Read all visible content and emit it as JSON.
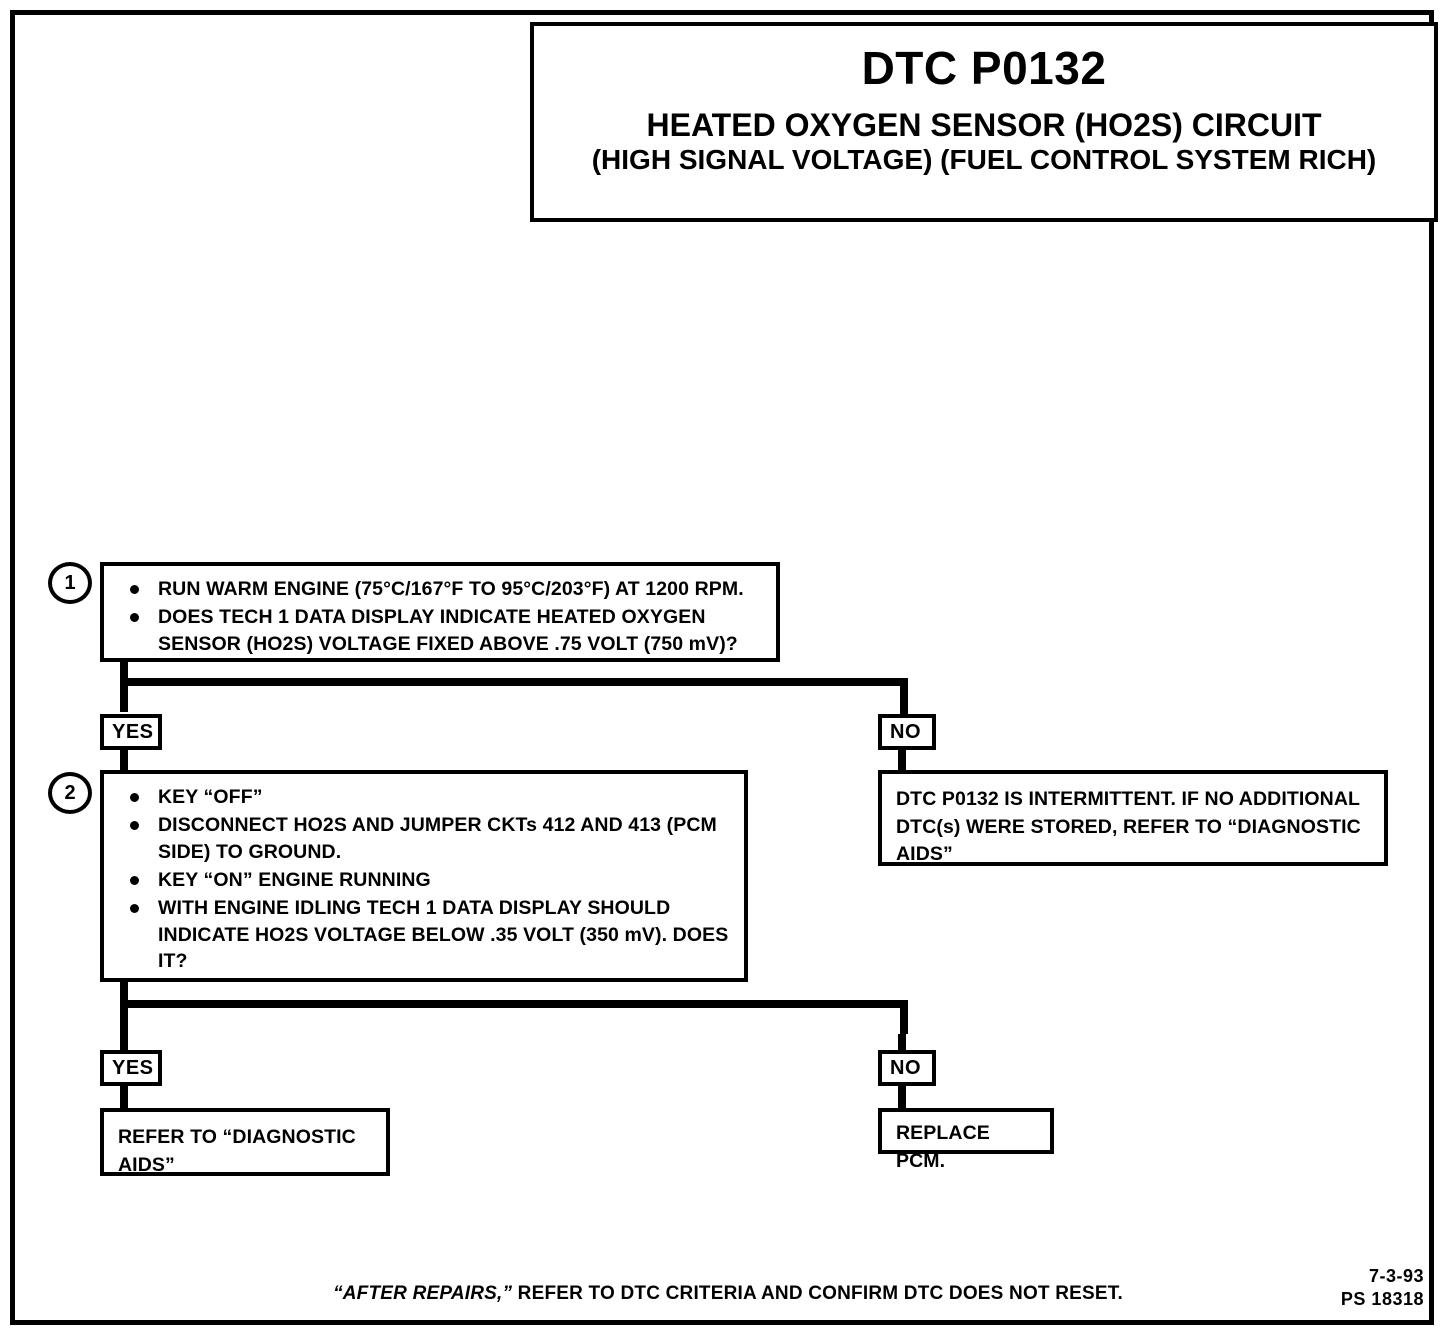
{
  "header": {
    "dtc_code": "DTC P0132",
    "subtitle_line1": "HEATED OXYGEN SENSOR (HO2S) CIRCUIT",
    "subtitle_line2": "(HIGH SIGNAL VOLTAGE)  (FUEL CONTROL SYSTEM RICH)"
  },
  "steps": [
    {
      "number": "1",
      "bullets": [
        "RUN WARM ENGINE (75°C/167°F TO 95°C/203°F) AT 1200 RPM.",
        "DOES TECH 1 DATA DISPLAY INDICATE HEATED OXYGEN SENSOR (HO2S) VOLTAGE FIXED ABOVE .75 VOLT (750 mV)?"
      ]
    },
    {
      "number": "2",
      "bullets": [
        "KEY “OFF”",
        "DISCONNECT HO2S AND JUMPER CKTs 412 AND 413 (PCM SIDE) TO GROUND.",
        "KEY “ON” ENGINE RUNNING",
        "WITH ENGINE IDLING TECH 1 DATA DISPLAY SHOULD INDICATE HO2S VOLTAGE BELOW .35 VOLT (350 mV). DOES IT?"
      ]
    }
  ],
  "branches": {
    "step1_yes": "YES",
    "step1_no": "NO",
    "step2_yes": "YES",
    "step2_no": "NO"
  },
  "outcomes": {
    "step1_no_text": "DTC P0132 IS INTERMITTENT.  IF NO ADDITIONAL DTC(s) WERE STORED, REFER TO “DIAGNOSTIC AIDS”",
    "step2_yes_text": "REFER TO “DIAGNOSTIC AIDS”",
    "step2_no_text": "REPLACE PCM."
  },
  "footer": {
    "note_italic": "“AFTER REPAIRS,”",
    "note_rest": " REFER TO DTC CRITERIA AND CONFIRM DTC DOES NOT RESET.",
    "date": "7-3-93",
    "doc_number": "PS 18318"
  },
  "colors": {
    "ink": "#000000",
    "paper": "#ffffff"
  }
}
